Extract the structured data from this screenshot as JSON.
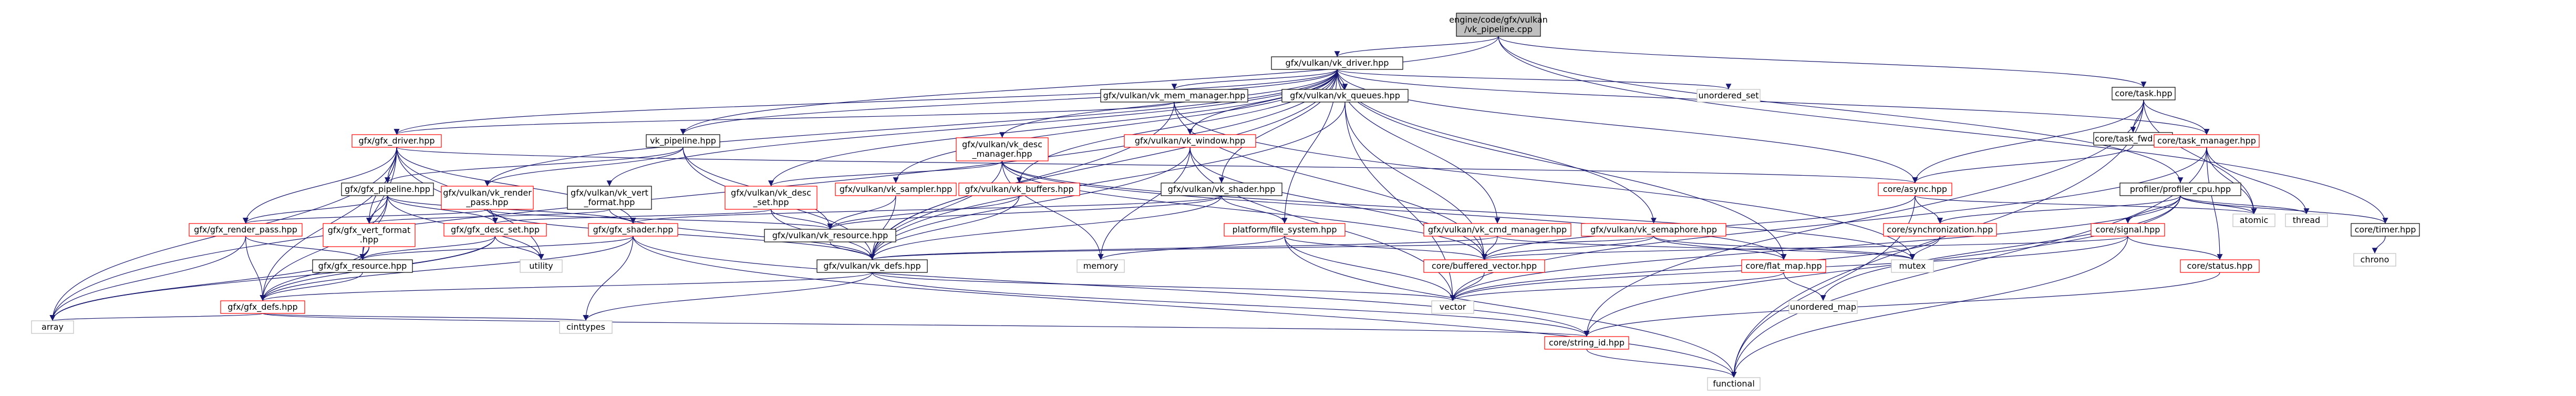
{
  "graph": {
    "nodes": {
      "root": {
        "label": [
          "engine/code/gfx/vulkan",
          "/vk_pipeline.cpp"
        ],
        "style": "root"
      },
      "vk_driver": {
        "label": [
          "gfx/vulkan/vk_driver.hpp"
        ],
        "style": "normal"
      },
      "task": {
        "label": [
          "core/task.hpp"
        ],
        "style": "normal"
      },
      "vk_mem_manager": {
        "label": [
          "gfx/vulkan/vk_mem_manager.hpp"
        ],
        "style": "normal"
      },
      "vk_queues": {
        "label": [
          "gfx/vulkan/vk_queues.hpp"
        ],
        "style": "normal"
      },
      "unordered_set": {
        "label": [
          "unordered_set"
        ],
        "style": "plain"
      },
      "task_fwd": {
        "label": [
          "core/task_fwd.hpp"
        ],
        "style": "normal"
      },
      "gfx_driver": {
        "label": [
          "gfx/gfx_driver.hpp"
        ],
        "style": "red"
      },
      "vk_pipeline_hpp": {
        "label": [
          "vk_pipeline.hpp"
        ],
        "style": "normal"
      },
      "vk_desc_manager": {
        "label": [
          "gfx/vulkan/vk_desc",
          "_manager.hpp"
        ],
        "style": "red"
      },
      "vk_window": {
        "label": [
          "gfx/vulkan/vk_window.hpp"
        ],
        "style": "red"
      },
      "task_manager": {
        "label": [
          "core/task_manager.hpp"
        ],
        "style": "red"
      },
      "gfx_pipeline": {
        "label": [
          "gfx/gfx_pipeline.hpp"
        ],
        "style": "normal"
      },
      "vk_render_pass": {
        "label": [
          "gfx/vulkan/vk_render",
          "_pass.hpp"
        ],
        "style": "red"
      },
      "vk_vert_format": {
        "label": [
          "gfx/vulkan/vk_vert",
          "_format.hpp"
        ],
        "style": "normal"
      },
      "vk_desc_set": {
        "label": [
          "gfx/vulkan/vk_desc",
          "_set.hpp"
        ],
        "style": "red"
      },
      "vk_sampler": {
        "label": [
          "gfx/vulkan/vk_sampler.hpp"
        ],
        "style": "red"
      },
      "vk_buffers": {
        "label": [
          "gfx/vulkan/vk_buffers.hpp"
        ],
        "style": "red"
      },
      "vk_shader": {
        "label": [
          "gfx/vulkan/vk_shader.hpp"
        ],
        "style": "normal"
      },
      "core_async": {
        "label": [
          "core/async.hpp"
        ],
        "style": "red"
      },
      "profiler_cpu": {
        "label": [
          "profiler/profiler_cpu.hpp"
        ],
        "style": "normal"
      },
      "gfx_render_pass": {
        "label": [
          "gfx/gfx_render_pass.hpp"
        ],
        "style": "red"
      },
      "gfx_vert_format": {
        "label": [
          "gfx/gfx_vert_format",
          ".hpp"
        ],
        "style": "red"
      },
      "gfx_desc_set": {
        "label": [
          "gfx/gfx_desc_set.hpp"
        ],
        "style": "red"
      },
      "gfx_shader": {
        "label": [
          "gfx/gfx_shader.hpp"
        ],
        "style": "red"
      },
      "vk_resource": {
        "label": [
          "gfx/vulkan/vk_resource.hpp"
        ],
        "style": "normal"
      },
      "file_system": {
        "label": [
          "platform/file_system.hpp"
        ],
        "style": "red"
      },
      "vk_cmd_manager": {
        "label": [
          "gfx/vulkan/vk_cmd_manager.hpp"
        ],
        "style": "red"
      },
      "vk_semaphore": {
        "label": [
          "gfx/vulkan/vk_semaphore.hpp"
        ],
        "style": "red"
      },
      "core_sync": {
        "label": [
          "core/synchronization.hpp"
        ],
        "style": "red"
      },
      "core_signal": {
        "label": [
          "core/signal.hpp"
        ],
        "style": "red"
      },
      "core_timer": {
        "label": [
          "core/timer.hpp"
        ],
        "style": "normal"
      },
      "thread": {
        "label": [
          "thread"
        ],
        "style": "plain"
      },
      "atomic": {
        "label": [
          "atomic"
        ],
        "style": "plain"
      },
      "chrono": {
        "label": [
          "chrono"
        ],
        "style": "plain"
      },
      "gfx_resource": {
        "label": [
          "gfx/gfx_resource.hpp"
        ],
        "style": "normal"
      },
      "utility": {
        "label": [
          "utility"
        ],
        "style": "plain"
      },
      "vk_defs": {
        "label": [
          "gfx/vulkan/vk_defs.hpp"
        ],
        "style": "normal"
      },
      "memory": {
        "label": [
          "memory"
        ],
        "style": "plain"
      },
      "buffered_vector": {
        "label": [
          "core/buffered_vector.hpp"
        ],
        "style": "red"
      },
      "flat_map": {
        "label": [
          "core/flat_map.hpp"
        ],
        "style": "red"
      },
      "mutex": {
        "label": [
          "mutex"
        ],
        "style": "plain"
      },
      "core_status": {
        "label": [
          "core/status.hpp"
        ],
        "style": "red"
      },
      "gfx_defs": {
        "label": [
          "gfx/gfx_defs.hpp"
        ],
        "style": "red"
      },
      "vector": {
        "label": [
          "vector"
        ],
        "style": "plain"
      },
      "unordered_map": {
        "label": [
          "unordered_map"
        ],
        "style": "plain"
      },
      "array": {
        "label": [
          "array"
        ],
        "style": "plain"
      },
      "cinttypes": {
        "label": [
          "cinttypes"
        ],
        "style": "plain"
      },
      "string_id": {
        "label": [
          "core/string_id.hpp"
        ],
        "style": "red"
      },
      "functional": {
        "label": [
          "functional"
        ],
        "style": "plain"
      }
    }
  },
  "colors": {
    "edge": "#191970",
    "root_fill": "#bfbfbf",
    "box_border": "#000000",
    "red_border": "#ff0000",
    "plain_border": "#bfbfbf"
  }
}
